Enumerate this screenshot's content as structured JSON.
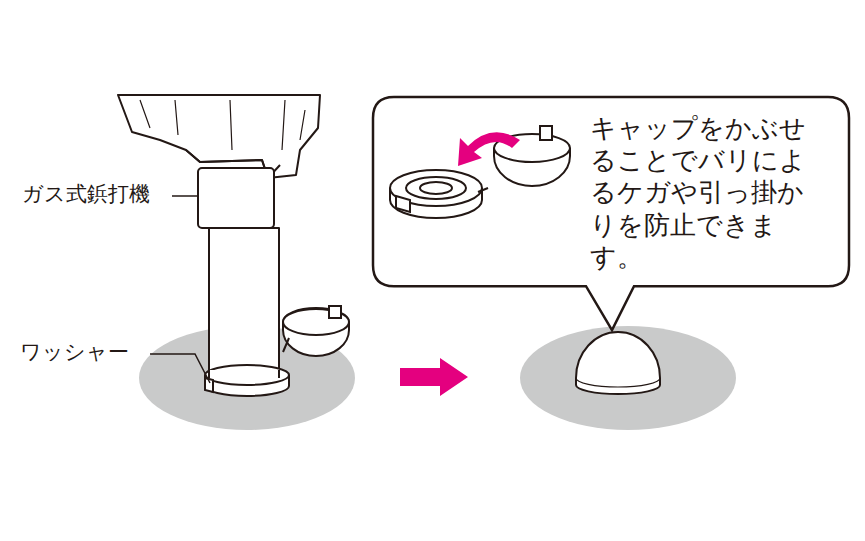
{
  "diagram": {
    "nodes": [
      {
        "text": [
          "キャップをかぶせ ることでバリによ るケガや引っ掛か りを防止できます。"
        ]
      }
    ],
    "labels": [
      "ガス式鋲打機",
      "ワッシャー"
    ]
  }
}
